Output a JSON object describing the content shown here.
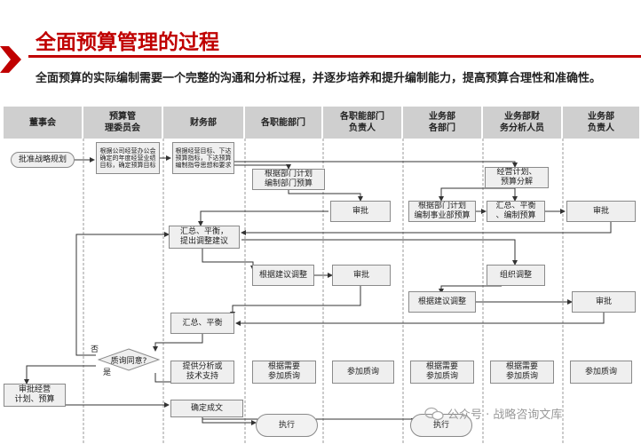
{
  "title": "全面预算管理的过程",
  "subtitle": "全面预算的实际编制需要一个完整的沟通和分析过程，并逐步培养和提升编制能力，提高预算合理性和准确性。",
  "columns": [
    "董事会",
    "预算管\n理委员会",
    "财务部",
    "各职能部门",
    "各职能部门\n负责人",
    "业务部\n各部门",
    "业务部财\n务分析人员",
    "业务部\n负责人"
  ],
  "nodes": {
    "approve_plan": "批准战略规划",
    "committee_goal": "根据公司经营办公会确定的年度经营业绩目标，确定预算目标",
    "finance_dispatch": "根据经营目标、下达预算指标，下达预算编制指导思想和要求",
    "dept_plan": "根据部门计划\n编制部门预算",
    "biz_plan": "经营计划、\n预算分解",
    "approve_func": "审批",
    "biz_unit_budget": "根据部门计划\n编制事业部预算",
    "biz_fin_summary": "汇总、平衡\n、编制预算",
    "approve_biz": "审批",
    "summary_adjust": "汇总、平衡，\n提出调整建议",
    "func_adjust": "根据建议调整",
    "approve_func2": "审批",
    "biz_org_adjust": "组织调整",
    "biz_adjust": "根据建议调整",
    "approve_biz2": "审批",
    "summary_balance": "汇总、平衡",
    "decision": "质询同意?",
    "provide_analysis": "提供分析或\n技术支持",
    "func_query": "根据需要\n参加质询",
    "func_head_query": "参加质询",
    "biz_query": "根据需要\n参加质询",
    "biz_fin_query": "根据需要\n参加质询",
    "biz_head_query": "参加质询",
    "board_approve": "审批经营\n计划、预算",
    "finalize": "确定成文",
    "execute1": "执行",
    "execute2": "执行"
  },
  "labels": {
    "no": "否",
    "yes": "是"
  },
  "watermark": "公众号 · 战略咨询文库"
}
